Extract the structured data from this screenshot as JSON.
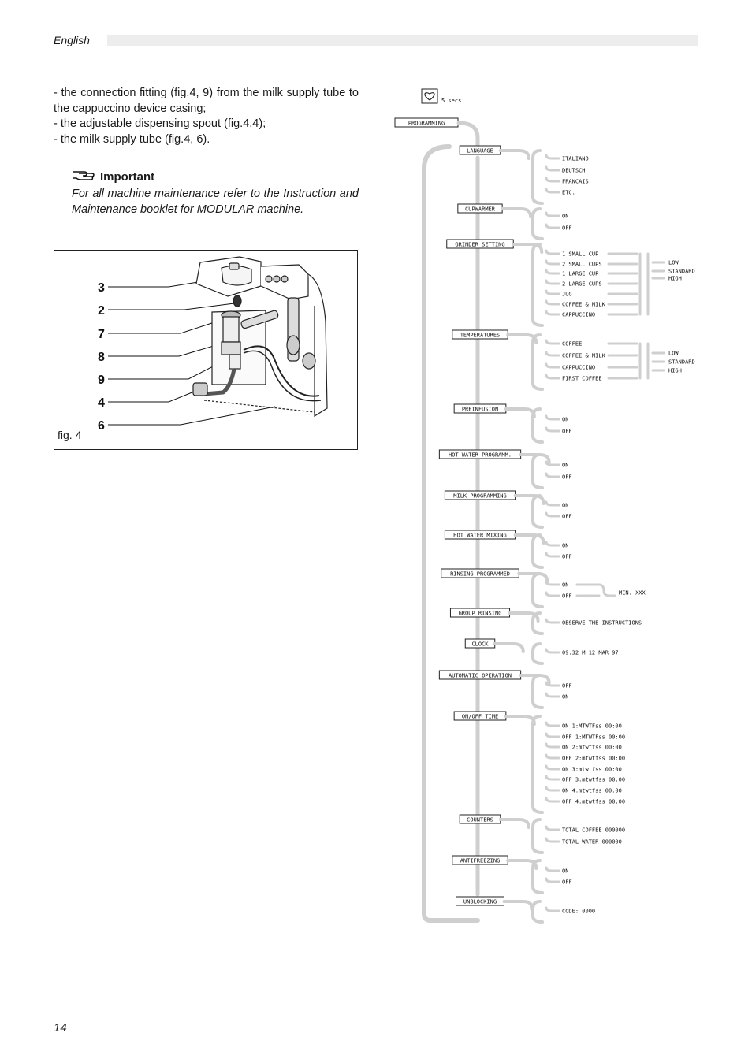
{
  "header": {
    "language": "English"
  },
  "bullets": [
    "- the connection fitting (fig.4, 9) from the milk supply tube to the cappuccino device casing;",
    "- the adjustable dispensing spout (fig.4,4);",
    "- the milk supply tube (fig.4, 6)."
  ],
  "important": {
    "title": "Important",
    "text": "For all machine maintenance refer to the Instruction and Maintenance booklet for MODULAR machine."
  },
  "figure": {
    "caption": "fig. 4",
    "labels": [
      "3",
      "2",
      "7",
      "8",
      "9",
      "4",
      "6"
    ]
  },
  "page_number": "14",
  "flow": {
    "start_label": "5 secs.",
    "root": "PROGRAMMING",
    "menus": [
      {
        "label": "LANGUAGE",
        "options": [
          "ITALIANO",
          "DEUTSCH",
          "FRANCAIS",
          "ETC."
        ]
      },
      {
        "label": "CUPWARMER",
        "options": [
          "ON",
          "OFF"
        ]
      },
      {
        "label": "GRINDER SETTING",
        "options": [
          "1 SMALL CUP",
          "2 SMALL CUPS",
          "1 LARGE CUP",
          "2 LARGE CUPS",
          "JUG",
          "COFFEE & MILK",
          "CAPPUCCINO"
        ],
        "sub": [
          "LOW",
          "STANDARD",
          "HIGH"
        ]
      },
      {
        "label": "TEMPERATURES",
        "options": [
          "COFFEE",
          "COFFEE & MILK",
          "CAPPUCCINO",
          "FIRST COFFEE"
        ],
        "sub": [
          "LOW",
          "STANDARD",
          "HIGH"
        ]
      },
      {
        "label": "PREINFUSION",
        "options": [
          "ON",
          "OFF"
        ]
      },
      {
        "label": "HOT WATER PROGRAMM.",
        "options": [
          "ON",
          "OFF"
        ]
      },
      {
        "label": "MILK PROGRAMMING",
        "options": [
          "ON",
          "OFF"
        ]
      },
      {
        "label": "HOT WATER MIXING",
        "options": [
          "ON",
          "OFF"
        ]
      },
      {
        "label": "RINSING PROGRAMMED",
        "options": [
          "ON",
          "OFF"
        ],
        "sub": [
          "MIN. XXX"
        ]
      },
      {
        "label": "GROUP RINSING",
        "options": [
          "OBSERVE THE INSTRUCTIONS"
        ]
      },
      {
        "label": "CLOCK",
        "options": [
          "09:32 M 12 MAR 97"
        ]
      },
      {
        "label": "AUTOMATIC OPERATION",
        "options": [
          "OFF",
          "ON"
        ]
      },
      {
        "label": "ON/OFF TIME",
        "options": [
          "ON 1:MTWTFss 00:00",
          "OFF 1:MTWTFss 00:00",
          "ON 2:mtwtfss 00:00",
          "OFF 2:mtwtfss 00:00",
          "ON 3:mtwtfss 00:00",
          "OFF 3:mtwtfss 00:00",
          "ON 4:mtwtfss 00:00",
          "OFF 4:mtwtfss 00:00"
        ]
      },
      {
        "label": "COUNTERS",
        "options": [
          "TOTAL COFFEE 000000",
          "TOTAL WATER 000000"
        ]
      },
      {
        "label": "ANTIFREEZING",
        "options": [
          "ON",
          "OFF"
        ]
      },
      {
        "label": "UNBLOCKING",
        "options": [
          "CODE: 0000"
        ]
      }
    ]
  }
}
